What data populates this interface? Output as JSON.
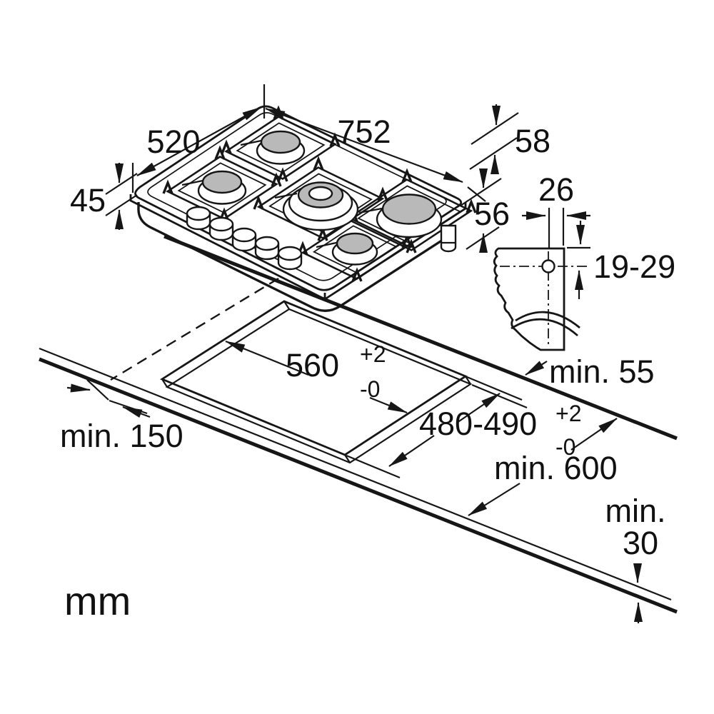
{
  "unit_label": "mm",
  "colors": {
    "line": "#161616",
    "burner_cap": "#b9b9b9",
    "background": "#ffffff"
  },
  "hob": {
    "width": "752",
    "depth": "520",
    "install_depth": "45",
    "height_total": "58",
    "connection_height": "56"
  },
  "worktop": {
    "cutout_width": "560",
    "cutout_width_tol_plus": "+2",
    "cutout_width_tol_minus": "-0",
    "cutout_depth": "480-490",
    "cutout_depth_tol_plus": "+2",
    "cutout_depth_tol_minus": "-0",
    "side_clearance": "min. 150",
    "rear_clearance": "min. 55",
    "depth_min": "min. 600",
    "front_clearance_line1": "min.",
    "front_clearance_line2": "30"
  },
  "detail": {
    "hole_offset_from_edge": "26",
    "hole_depth_range": "19-29"
  }
}
